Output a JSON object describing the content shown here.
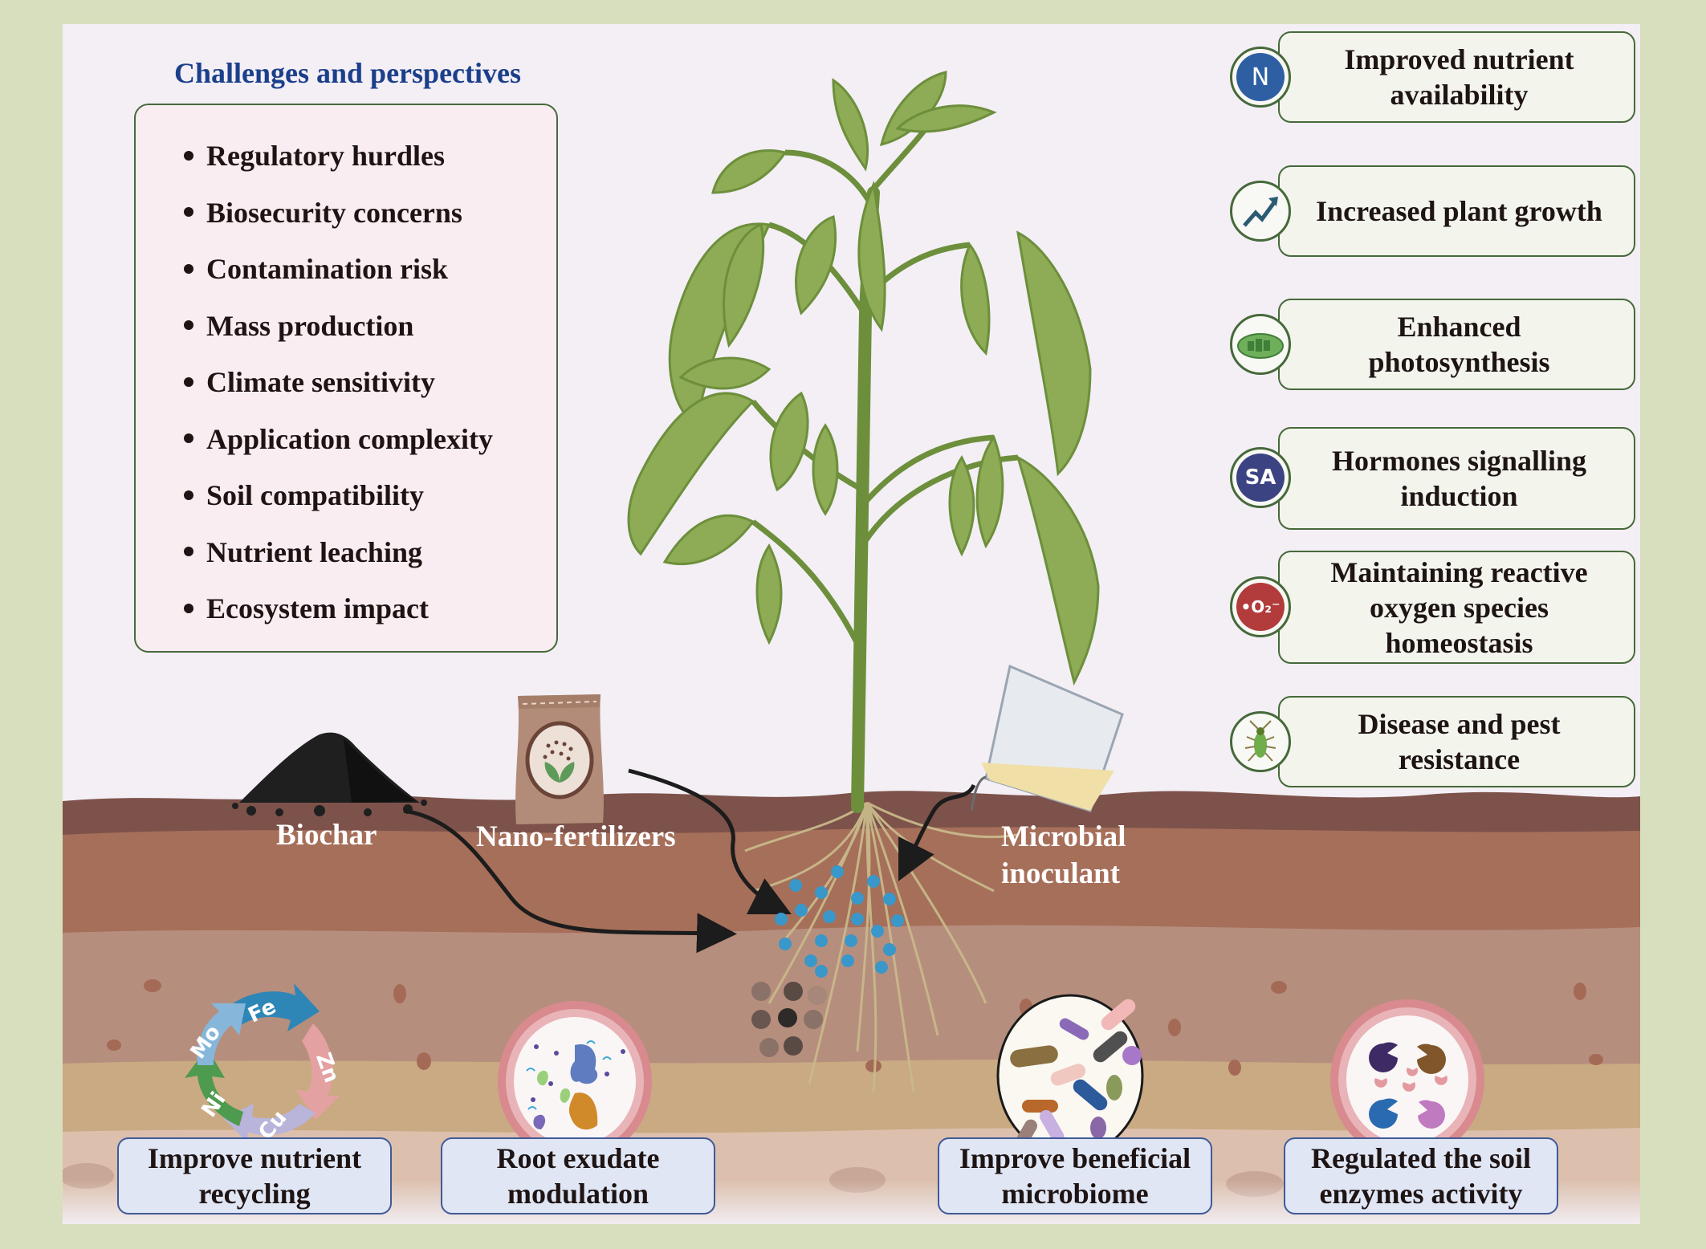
{
  "figure": {
    "colors": {
      "frame": "#d8dfbe",
      "panel": "#f3eff5",
      "title": "#1b3f8b",
      "box_border_green": "#46693a",
      "box_border_blue": "#3f5a98",
      "soil_top": "#7d524a",
      "soil_mid": "#a66f5a",
      "soil_lower": "#b68e7e",
      "soil_tan": "#c9aa82",
      "soil_pale": "#dcc0ad",
      "leaf": "#8eab55",
      "stem": "#6d8f3c"
    }
  },
  "challenges": {
    "title": "Challenges and perspectives",
    "items": [
      "Regulatory hurdles",
      "Biosecurity concerns",
      "Contamination risk",
      "Mass production",
      "Climate sensitivity",
      "Application complexity",
      "Soil compatibility",
      "Nutrient leaching",
      "Ecosystem impact"
    ]
  },
  "benefits": [
    {
      "icon": "nitrogen-icon",
      "icon_text": "N",
      "label": "Improved nutrient\navailability"
    },
    {
      "icon": "growth-chart-icon",
      "icon_text": "",
      "label": "Increased plant growth"
    },
    {
      "icon": "chloroplast-icon",
      "icon_text": "",
      "label": "Enhanced\nphotosynthesis"
    },
    {
      "icon": "salicylic-acid-icon",
      "icon_text": "SA",
      "label": "Hormones signalling\ninduction"
    },
    {
      "icon": "superoxide-icon",
      "icon_text": "•O₂⁻",
      "label": "Maintaining reactive\noxygen species\nhomeostasis"
    },
    {
      "icon": "insect-icon",
      "icon_text": "",
      "label": "Disease and pest\nresistance"
    }
  ],
  "inputs": {
    "biochar": "Biochar",
    "nano_fertilizers": "Nano-fertilizers",
    "microbial_inoculant": "Microbial\ninoculant"
  },
  "cycle_elements": [
    "Fe",
    "Zn",
    "Cu",
    "Ni",
    "Mo"
  ],
  "soil_effects": [
    "Improve nutrient\nrecycling",
    "Root exudate\nmodulation",
    "Improve beneficial\nmicrobiome",
    "Regulated the soil\nenzymes activity"
  ]
}
